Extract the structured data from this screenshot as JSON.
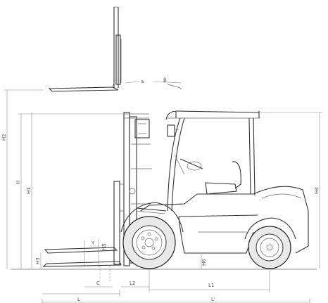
{
  "labels": {
    "a": "a",
    "beta": "β",
    "h2": "H2",
    "h": "H",
    "h1": "H1",
    "h3": "H3",
    "h4": "H4",
    "h5": "H5",
    "h6": "H6",
    "y": "Y",
    "c": "C",
    "l": "L",
    "l1": "L1",
    "l2": "L2",
    "l_prime": "L'"
  }
}
